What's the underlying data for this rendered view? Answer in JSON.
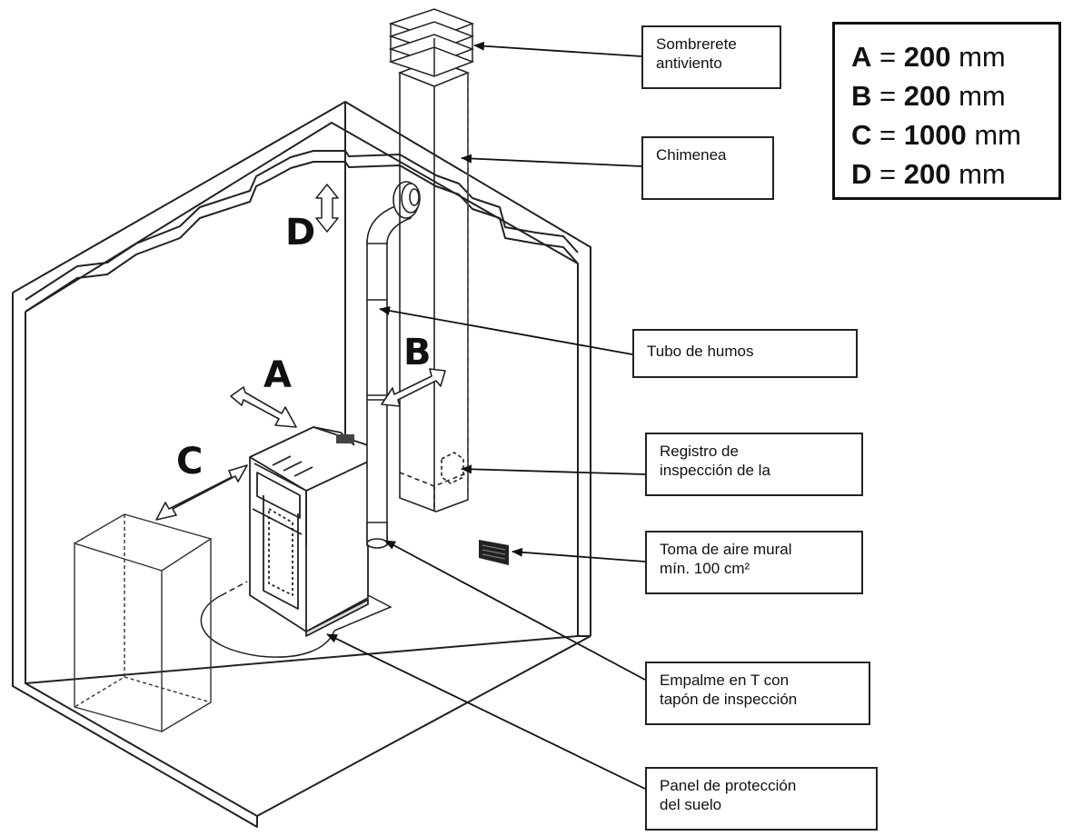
{
  "labels": {
    "sombrerete": [
      "Sombrerete",
      "antiviento"
    ],
    "chimenea": [
      "Chimenea"
    ],
    "tubo": [
      "Tubo de humos"
    ],
    "registro": [
      "Registro de",
      "inspección de la"
    ],
    "toma": [
      "Toma de aire mural",
      "mín. 100 cm²"
    ],
    "empalme": [
      "Empalme en T con",
      "tapón de inspección"
    ],
    "panel": [
      "Panel de protección",
      "del suelo"
    ]
  },
  "legend": [
    {
      "letter": "A",
      "eq": "=",
      "value": "200",
      "unit": "mm"
    },
    {
      "letter": "B",
      "eq": "=",
      "value": "200",
      "unit": "mm"
    },
    {
      "letter": "C",
      "eq": "=",
      "value": "1000",
      "unit": "mm"
    },
    {
      "letter": "D",
      "eq": "=",
      "value": "200",
      "unit": "mm"
    }
  ],
  "dimension_letters": {
    "a": "A",
    "b": "B",
    "c": "C",
    "d": "D"
  }
}
